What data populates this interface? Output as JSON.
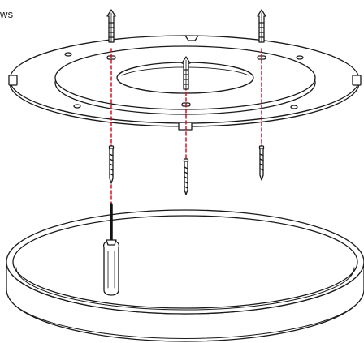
{
  "diagram": {
    "caption_fragment": "ws",
    "colors": {
      "line": "#1a1a1a",
      "fill": "#ffffff",
      "shade": "#e6e6e6",
      "guide": "#d0021b",
      "handle": "#111111"
    },
    "parts": [
      {
        "name": "wall-anchor",
        "count": 3
      },
      {
        "name": "mounting-plate",
        "count": 1
      },
      {
        "name": "screw",
        "count": 3
      },
      {
        "name": "screwdriver",
        "count": 1
      },
      {
        "name": "fixture-housing",
        "count": 1
      }
    ],
    "icons": [
      "anchor-icon",
      "screw-icon",
      "screwdriver-icon"
    ]
  }
}
